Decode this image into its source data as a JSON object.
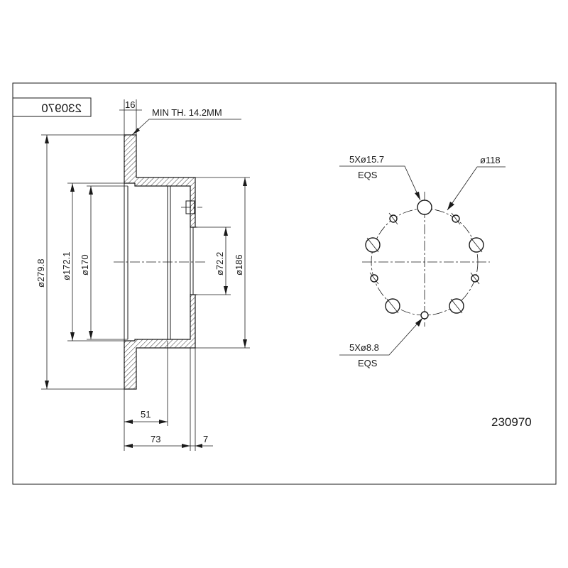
{
  "title_block": {
    "code_mirrored": "230970",
    "code": "230970"
  },
  "side_view": {
    "thickness": "16",
    "min_thickness": "MIN TH. 14.2MM",
    "outer_diameter": "ø279.8",
    "diameter_1721": "ø172.1",
    "diameter_170": "ø170",
    "diameter_722": "ø72.2",
    "diameter_186": "ø186",
    "dim_51": "51",
    "dim_73": "73",
    "dim_7": "7"
  },
  "front_view": {
    "bolt_holes": "5Xø15.7",
    "bolt_holes_eqs": "EQS",
    "pcd": "ø118",
    "small_holes": "5Xø8.8",
    "small_holes_eqs": "EQS"
  },
  "colors": {
    "line": "#1a1a1a",
    "background": "#ffffff"
  }
}
